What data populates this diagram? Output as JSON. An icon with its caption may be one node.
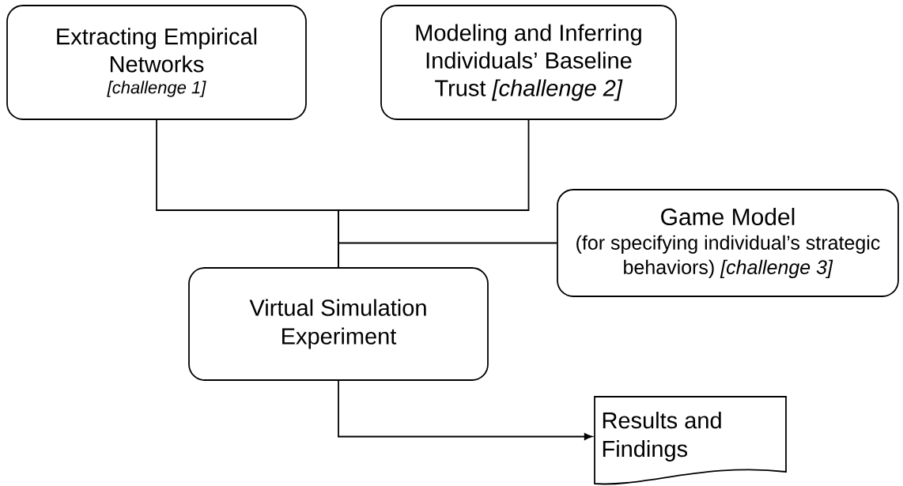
{
  "diagram": {
    "nodes": [
      {
        "text": [
          "Extracting Empirical Networks",
          "[challenge 1]"
        ]
      },
      {
        "text": [
          "Modeling and Inferring Individuals’ Baseline Trust *[challenge 2]*"
        ]
      },
      {
        "text": [
          "Game Model",
          "(for specifying individual’s strategic behaviors) *[challenge 3]*"
        ]
      },
      {
        "text": [
          "Virtual Simulation Experiment"
        ]
      },
      {
        "text": [
          "Results and Findings"
        ]
      }
    ],
    "edges": [
      {
        "from": 0,
        "to": 3,
        "arrow": "none"
      },
      {
        "from": 1,
        "to": 3,
        "arrow": "none"
      },
      {
        "from": 2,
        "to": 3,
        "arrow": "none"
      },
      {
        "from": 3,
        "to": 4,
        "arrow": "to"
      }
    ]
  }
}
